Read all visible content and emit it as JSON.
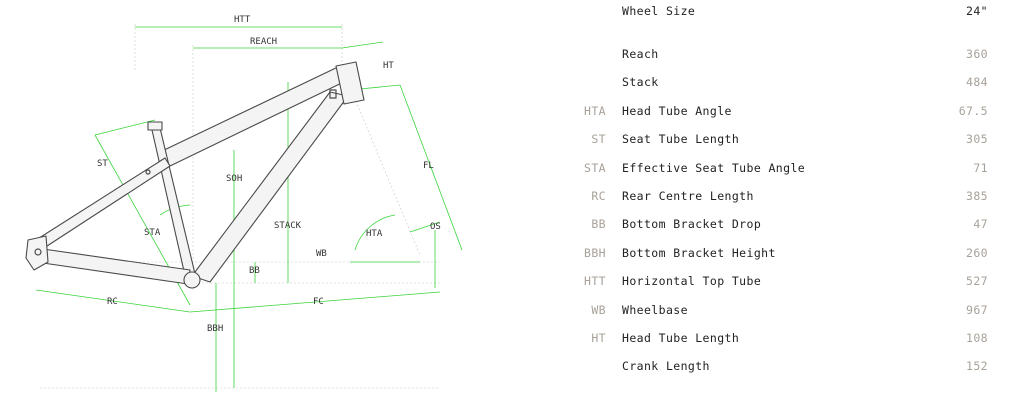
{
  "diagram": {
    "labels": {
      "htt": "HTT",
      "reach": "REACH",
      "ht": "HT",
      "st": "ST",
      "soh": "SOH",
      "fl": "FL",
      "stack": "STACK",
      "sta": "STA",
      "hta": "HTA",
      "os": "OS",
      "wb": "WB",
      "bb": "BB",
      "rc": "RC",
      "fc": "FC",
      "bbh": "BBH"
    }
  },
  "table": {
    "header": {
      "name": "Wheel Size",
      "value": "24\""
    },
    "rows": [
      {
        "abbr": "",
        "name": "Reach",
        "value": "360"
      },
      {
        "abbr": "",
        "name": "Stack",
        "value": "484"
      },
      {
        "abbr": "HTA",
        "name": "Head Tube Angle",
        "value": "67.5"
      },
      {
        "abbr": "ST",
        "name": "Seat Tube Length",
        "value": "305"
      },
      {
        "abbr": "STA",
        "name": "Effective Seat Tube Angle",
        "value": "71"
      },
      {
        "abbr": "RC",
        "name": "Rear Centre Length",
        "value": "385"
      },
      {
        "abbr": "BB",
        "name": "Bottom Bracket Drop",
        "value": "47"
      },
      {
        "abbr": "BBH",
        "name": "Bottom Bracket Height",
        "value": "260"
      },
      {
        "abbr": "HTT",
        "name": "Horizontal Top Tube",
        "value": "527"
      },
      {
        "abbr": "WB",
        "name": "Wheelbase",
        "value": "967"
      },
      {
        "abbr": "HT",
        "name": "Head Tube Length",
        "value": "108"
      },
      {
        "abbr": "",
        "name": "Crank Length",
        "value": "152"
      }
    ]
  }
}
